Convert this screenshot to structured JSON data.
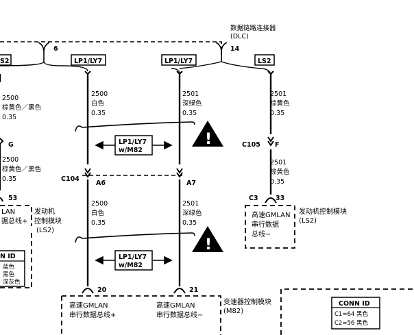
{
  "colors": {
    "line": "#000000",
    "background": "#ffffff"
  },
  "dlc": {
    "title": "数据链路连接器",
    "abbr": "(DLC)",
    "pin_left": "6",
    "pin_right": "14"
  },
  "variant_boxes": [
    "S2",
    "LP1/LY7",
    "LP1/LY7",
    "LS2"
  ],
  "wires": {
    "far_left_top": [
      "2500",
      "棕黄色／黑色",
      "0.35"
    ],
    "far_left_bottom": [
      "2500",
      "棕黄色／黑色",
      "0.35"
    ],
    "left_top": [
      "2500",
      "白色",
      "0.35"
    ],
    "left_bottom": [
      "2500",
      "白色",
      "0.35"
    ],
    "mid_top": [
      "2501",
      "深绿色",
      "0.35"
    ],
    "mid_bottom": [
      "2501",
      "深绿色",
      "0.35"
    ],
    "right_top": [
      "2501",
      "棕黄色",
      "0.35"
    ],
    "right_bottom": [
      "2501",
      "棕黄色",
      "0.35"
    ]
  },
  "splice_g": "G",
  "option_box": {
    "line1": "LP1/LY7",
    "line2": "w/M82"
  },
  "c104": {
    "label": "C104",
    "pin_a": "A6",
    "pin_b": "A7"
  },
  "c105": {
    "label": "C105",
    "pin": "F"
  },
  "c3": {
    "label": "C3",
    "pin": "33"
  },
  "ecm_left": {
    "pin": "53",
    "inner": [
      "LAN",
      "据总线+"
    ],
    "title": [
      "发动机",
      "控制模块"
    ],
    "variant": "(LS2)"
  },
  "ecm_left_conn": {
    "title": "N ID",
    "rows": [
      "蓝色",
      "黑色",
      "深灰色"
    ]
  },
  "ecm_right": {
    "inner": [
      "高速GMLAN",
      "串行数据",
      "总线−"
    ],
    "title": "发动机控制模块",
    "variant": "(LS2)"
  },
  "tcm": {
    "pin_left": "20",
    "pin_right": "21",
    "left_label": [
      "高速GMLAN",
      "串行数据总线+"
    ],
    "right_label": [
      "高速GMLAN",
      "串行数据总线−"
    ],
    "title": "变速器控制模块",
    "variant": "(M82)"
  },
  "tcm_conn": {
    "title": "CONN ID",
    "rows": [
      "C1=64 黑色",
      "C2=56 黑色"
    ]
  },
  "warning_glyph": "!"
}
